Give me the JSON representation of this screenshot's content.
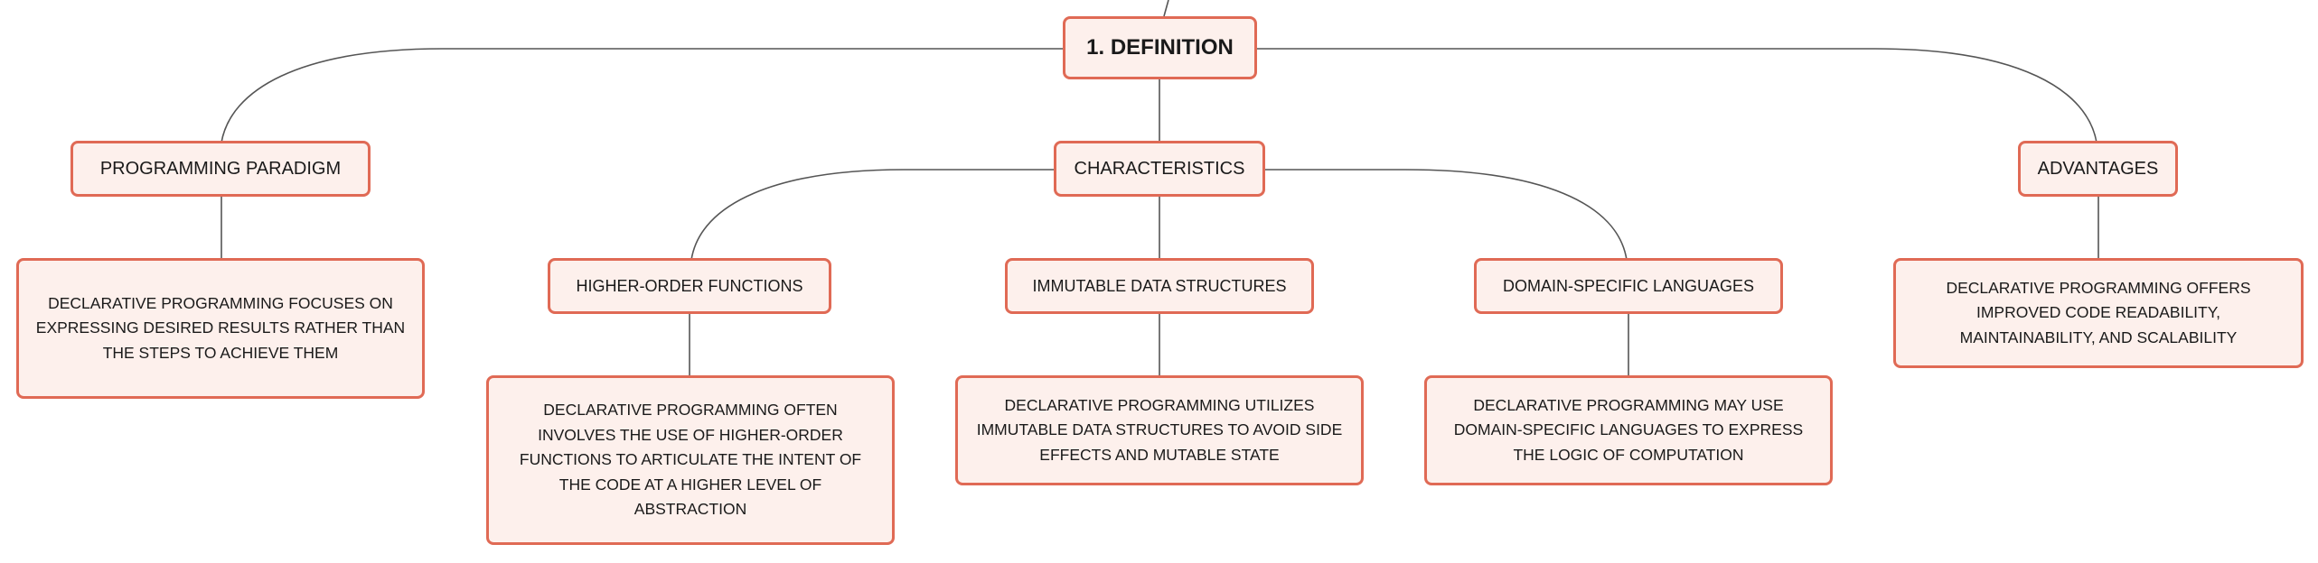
{
  "mindmap": {
    "root": {
      "label": "1. DEFINITION"
    },
    "branches": [
      {
        "label": "PROGRAMMING PARADIGM",
        "detail": "DECLARATIVE PROGRAMMING FOCUSES ON EXPRESSING DESIRED RESULTS RATHER THAN THE STEPS TO ACHIEVE THEM"
      },
      {
        "label": "CHARACTERISTICS",
        "children": [
          {
            "label": "HIGHER-ORDER FUNCTIONS",
            "detail": "DECLARATIVE PROGRAMMING OFTEN INVOLVES THE USE OF HIGHER-ORDER FUNCTIONS TO ARTICULATE THE INTENT OF THE CODE AT A HIGHER LEVEL OF ABSTRACTION"
          },
          {
            "label": "IMMUTABLE DATA STRUCTURES",
            "detail": "DECLARATIVE PROGRAMMING UTILIZES IMMUTABLE DATA STRUCTURES TO AVOID SIDE EFFECTS AND MUTABLE STATE"
          },
          {
            "label": "DOMAIN-SPECIFIC LANGUAGES",
            "detail": "DECLARATIVE PROGRAMMING MAY USE DOMAIN-SPECIFIC LANGUAGES TO EXPRESS THE LOGIC OF COMPUTATION"
          }
        ]
      },
      {
        "label": "ADVANTAGES",
        "detail": "DECLARATIVE PROGRAMMING OFFERS IMPROVED CODE READABILITY, MAINTAINABILITY, AND SCALABILITY"
      }
    ],
    "colors": {
      "node_border": "#e06a55",
      "node_fill": "#fdf0ec",
      "connector": "#555555"
    }
  }
}
